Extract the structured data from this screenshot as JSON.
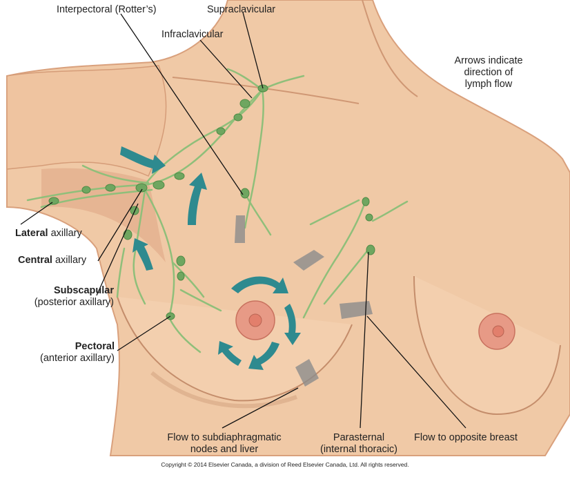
{
  "labels": {
    "interpectoral": "Interpectoral (Rotter’s)",
    "supraclavicular": "Supraclavicular",
    "infraclavicular": "Infraclavicular",
    "arrows_note": [
      "Arrows indicate",
      "direction of",
      "lymph flow"
    ],
    "lateral_bold": "Lateral",
    "lateral_rest": " axillary",
    "central_bold": "Central",
    "central_rest": " axillary",
    "subscapular_bold": "Subscapular",
    "subscapular_sub": "(posterior axillary)",
    "pectoral_bold": "Pectoral",
    "pectoral_sub": "(anterior axillary)",
    "subdiaphragmatic": [
      "Flow to subdiaphragmatic",
      "nodes and liver"
    ],
    "parasternal": [
      "Parasternal",
      "(internal thoracic)"
    ],
    "opposite_breast": "Flow to opposite breast"
  },
  "copyright": "Copyright © 2014 Elsevier Canada, a division of Reed Elsevier Canada, Ltd. All rights reserved.",
  "colors": {
    "skin": "#f0c9a6",
    "skin_shadow": "#d9a07c",
    "areola": "#e79a86",
    "nipple": "#e27f6c",
    "lymph": "#8fbf7a",
    "lymph_node": "#6fa660",
    "arrow_teal": "#2e8a8f",
    "arrow_gray": "#8c8c8c",
    "leader": "#111111"
  }
}
